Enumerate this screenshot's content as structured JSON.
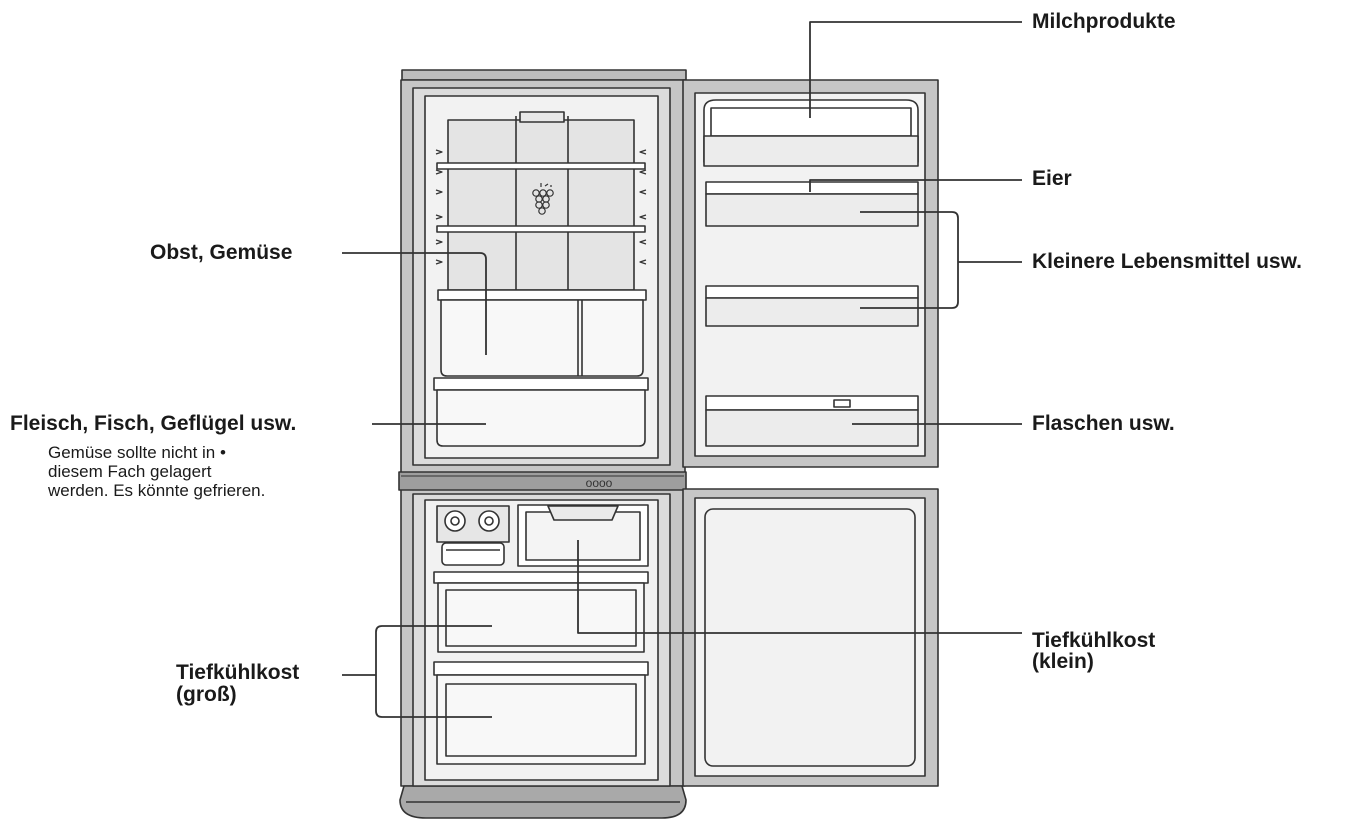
{
  "labels": {
    "milchprodukte": "Milchprodukte",
    "eier": "Eier",
    "kleinere": "Kleinere Lebensmittel usw.",
    "obst": "Obst, Gemüse",
    "fleisch": "Fleisch, Fisch, Geflügel usw.",
    "flaschen": "Flaschen usw.",
    "tk_gross_1": "Tiefkühlkost",
    "tk_gross_2": "(groß)",
    "tk_klein_1": "Tiefkühlkost",
    "tk_klein_2": "(klein)"
  },
  "note": {
    "line1": "Gemüse sollte nicht in •",
    "line2": "diesem Fach gelagert",
    "line3": "werden. Es könnte gefrieren."
  },
  "panel": {
    "indicator": "oooo"
  },
  "colors": {
    "stroke": "#333333",
    "cabinet_fill": "#c6c6c6",
    "interior_fill": "#f4f4f4",
    "back_wall": "#e2e2e2",
    "shelf_fill": "#ffffff"
  }
}
